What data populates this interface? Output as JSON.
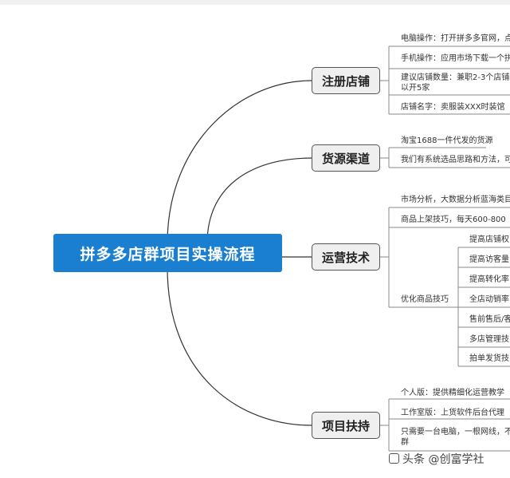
{
  "root": {
    "title": "拼多多店群项目实操流程"
  },
  "branches": [
    {
      "label": "注册店铺",
      "leaves": [
        "电脑操作：打开拼多多官网，点",
        "手机操作：应用市场下载一个拼",
        "建议店铺数量：兼职2-3个店铺，",
        "以开5家",
        "店铺名字：卖服装XXX时装馆"
      ]
    },
    {
      "label": "货源渠道",
      "leaves": [
        "淘宝1688一件代发的货源",
        "我们有系统选品思路和方法，可"
      ]
    },
    {
      "label": "运营技术",
      "leaves": [
        "市场分析，大数据分析蓝海类目",
        "商品上架技巧，每天600-800",
        "优化商品技巧"
      ],
      "sub": [
        "提高店铺权",
        "提高访客量",
        "提高转化率",
        "全店动销率",
        "售前售后/客",
        "多店管理技",
        "拍单发货技"
      ]
    },
    {
      "label": "项目扶持",
      "leaves": [
        "个人版：提供精细化运营教学",
        "工作室版：上货软件后台代理",
        "只需要一台电脑，一根网线，不",
        "群"
      ]
    }
  ],
  "watermark": "头条 @创富学社",
  "colors": {
    "root_bg": "#1a7fd0",
    "branch_bg": "#efefef",
    "line": "#333333",
    "leaf_line": "#888888"
  }
}
